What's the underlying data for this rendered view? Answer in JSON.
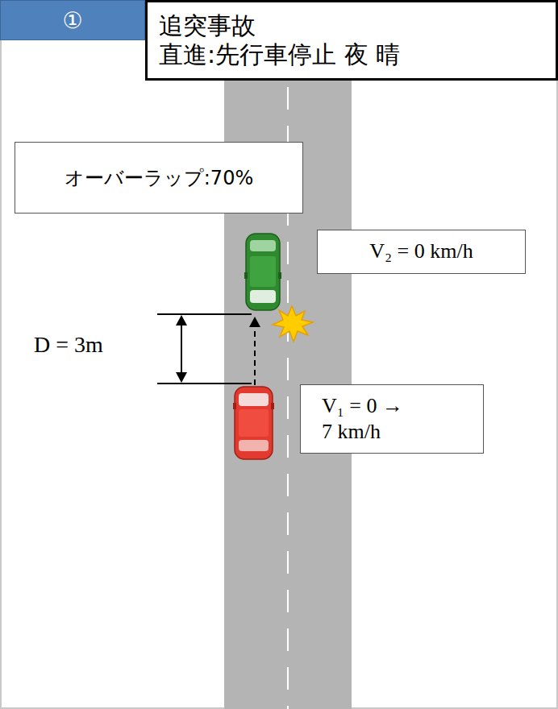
{
  "diagram": {
    "nodes": [
      {
        "text": [
          "①"
        ]
      },
      {
        "text": [
          "追突事故",
          "直進:先行車停止 夜 晴"
        ]
      },
      {
        "text": [
          "オーバーラップ:70%"
        ]
      },
      {
        "text": [
          "V₂ = 0 km/h"
        ]
      },
      {
        "text": [
          "V₁ = 0 → 7 km/h"
        ]
      }
    ],
    "labels": [
      "D = 3m"
    ]
  }
}
